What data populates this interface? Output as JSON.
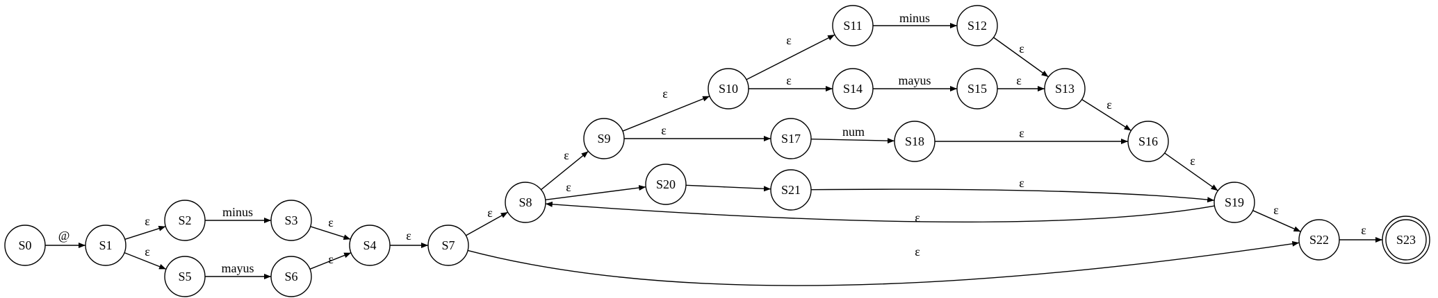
{
  "diagram": {
    "type": "nfa-state-graph",
    "start_state": "S0",
    "accept_states": [
      "S23"
    ],
    "nodes": [
      {
        "id": "S0",
        "label": "S0"
      },
      {
        "id": "S1",
        "label": "S1"
      },
      {
        "id": "S2",
        "label": "S2"
      },
      {
        "id": "S3",
        "label": "S3"
      },
      {
        "id": "S4",
        "label": "S4"
      },
      {
        "id": "S5",
        "label": "S5"
      },
      {
        "id": "S6",
        "label": "S6"
      },
      {
        "id": "S7",
        "label": "S7"
      },
      {
        "id": "S8",
        "label": "S8"
      },
      {
        "id": "S9",
        "label": "S9"
      },
      {
        "id": "S10",
        "label": "S10"
      },
      {
        "id": "S11",
        "label": "S11"
      },
      {
        "id": "S12",
        "label": "S12"
      },
      {
        "id": "S13",
        "label": "S13"
      },
      {
        "id": "S14",
        "label": "S14"
      },
      {
        "id": "S15",
        "label": "S15"
      },
      {
        "id": "S16",
        "label": "S16"
      },
      {
        "id": "S17",
        "label": "S17"
      },
      {
        "id": "S18",
        "label": "S18"
      },
      {
        "id": "S19",
        "label": "S19"
      },
      {
        "id": "S20",
        "label": "S20"
      },
      {
        "id": "S21",
        "label": "S21"
      },
      {
        "id": "S22",
        "label": "S22"
      },
      {
        "id": "S23",
        "label": "S23"
      }
    ],
    "edges": [
      {
        "from": "S0",
        "to": "S1",
        "label": "@"
      },
      {
        "from": "S1",
        "to": "S2",
        "label": "ε"
      },
      {
        "from": "S1",
        "to": "S5",
        "label": "ε"
      },
      {
        "from": "S2",
        "to": "S3",
        "label": "minus"
      },
      {
        "from": "S5",
        "to": "S6",
        "label": "mayus"
      },
      {
        "from": "S3",
        "to": "S4",
        "label": "ε"
      },
      {
        "from": "S6",
        "to": "S4",
        "label": "ε"
      },
      {
        "from": "S4",
        "to": "S7",
        "label": "ε"
      },
      {
        "from": "S7",
        "to": "S8",
        "label": "ε"
      },
      {
        "from": "S7",
        "to": "S22",
        "label": "ε"
      },
      {
        "from": "S8",
        "to": "S9",
        "label": "ε"
      },
      {
        "from": "S8",
        "to": "S20",
        "label": "ε"
      },
      {
        "from": "S9",
        "to": "S10",
        "label": "ε"
      },
      {
        "from": "S9",
        "to": "S17",
        "label": "ε"
      },
      {
        "from": "S10",
        "to": "S11",
        "label": "ε"
      },
      {
        "from": "S10",
        "to": "S14",
        "label": "ε"
      },
      {
        "from": "S11",
        "to": "S12",
        "label": "minus"
      },
      {
        "from": "S14",
        "to": "S15",
        "label": "mayus"
      },
      {
        "from": "S12",
        "to": "S13",
        "label": "ε"
      },
      {
        "from": "S15",
        "to": "S13",
        "label": "ε"
      },
      {
        "from": "S13",
        "to": "S16",
        "label": "ε"
      },
      {
        "from": "S17",
        "to": "S18",
        "label": "num"
      },
      {
        "from": "S18",
        "to": "S16",
        "label": "ε"
      },
      {
        "from": "S16",
        "to": "S19",
        "label": "ε"
      },
      {
        "from": "S20",
        "to": "S21",
        "label": "_"
      },
      {
        "from": "S21",
        "to": "S19",
        "label": "ε"
      },
      {
        "from": "S19",
        "to": "S8",
        "label": "ε"
      },
      {
        "from": "S19",
        "to": "S22",
        "label": "ε"
      },
      {
        "from": "S22",
        "to": "S23",
        "label": "ε"
      }
    ]
  }
}
